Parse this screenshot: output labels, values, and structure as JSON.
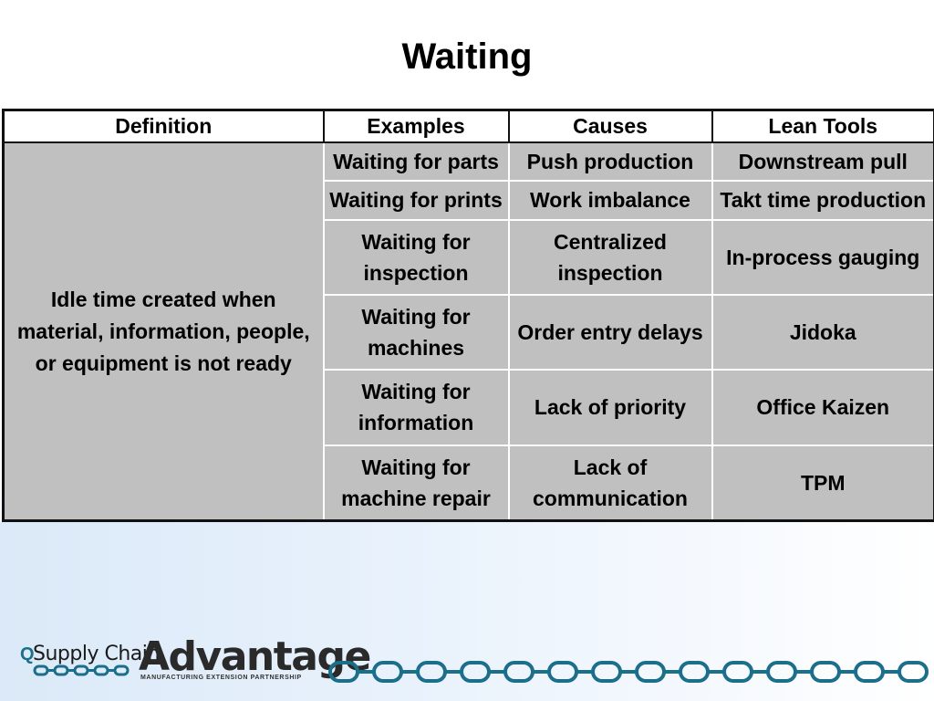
{
  "slide": {
    "title": "Waiting"
  },
  "table": {
    "headers": [
      "Definition",
      "Examples",
      "Causes",
      "Lean Tools"
    ],
    "definition": "Idle time created when material, information, people, or equipment is not ready",
    "rows": [
      {
        "example": "Waiting for parts",
        "cause": "Push production",
        "tool": "Downstream pull"
      },
      {
        "example": "Waiting for prints",
        "cause": "Work imbalance",
        "tool": "Takt time production"
      },
      {
        "example": "Waiting for inspection",
        "cause": "Centralized inspection",
        "tool": "In-process gauging"
      },
      {
        "example": "Waiting for machines",
        "cause": "Order entry delays",
        "tool": "Jidoka"
      },
      {
        "example": "Waiting for information",
        "cause": "Lack of priority",
        "tool": "Office Kaizen"
      },
      {
        "example": "Waiting for machine repair",
        "cause": "Lack of communication",
        "tool": "TPM"
      }
    ]
  },
  "footer": {
    "logo_q": "Q",
    "logo_supply_chain": "Supply Chain",
    "logo_advantage": "Advantage",
    "logo_tagline": "MANUFACTURING EXTENSION PARTNERSHIP",
    "chain_color": "#1b6f8a"
  }
}
